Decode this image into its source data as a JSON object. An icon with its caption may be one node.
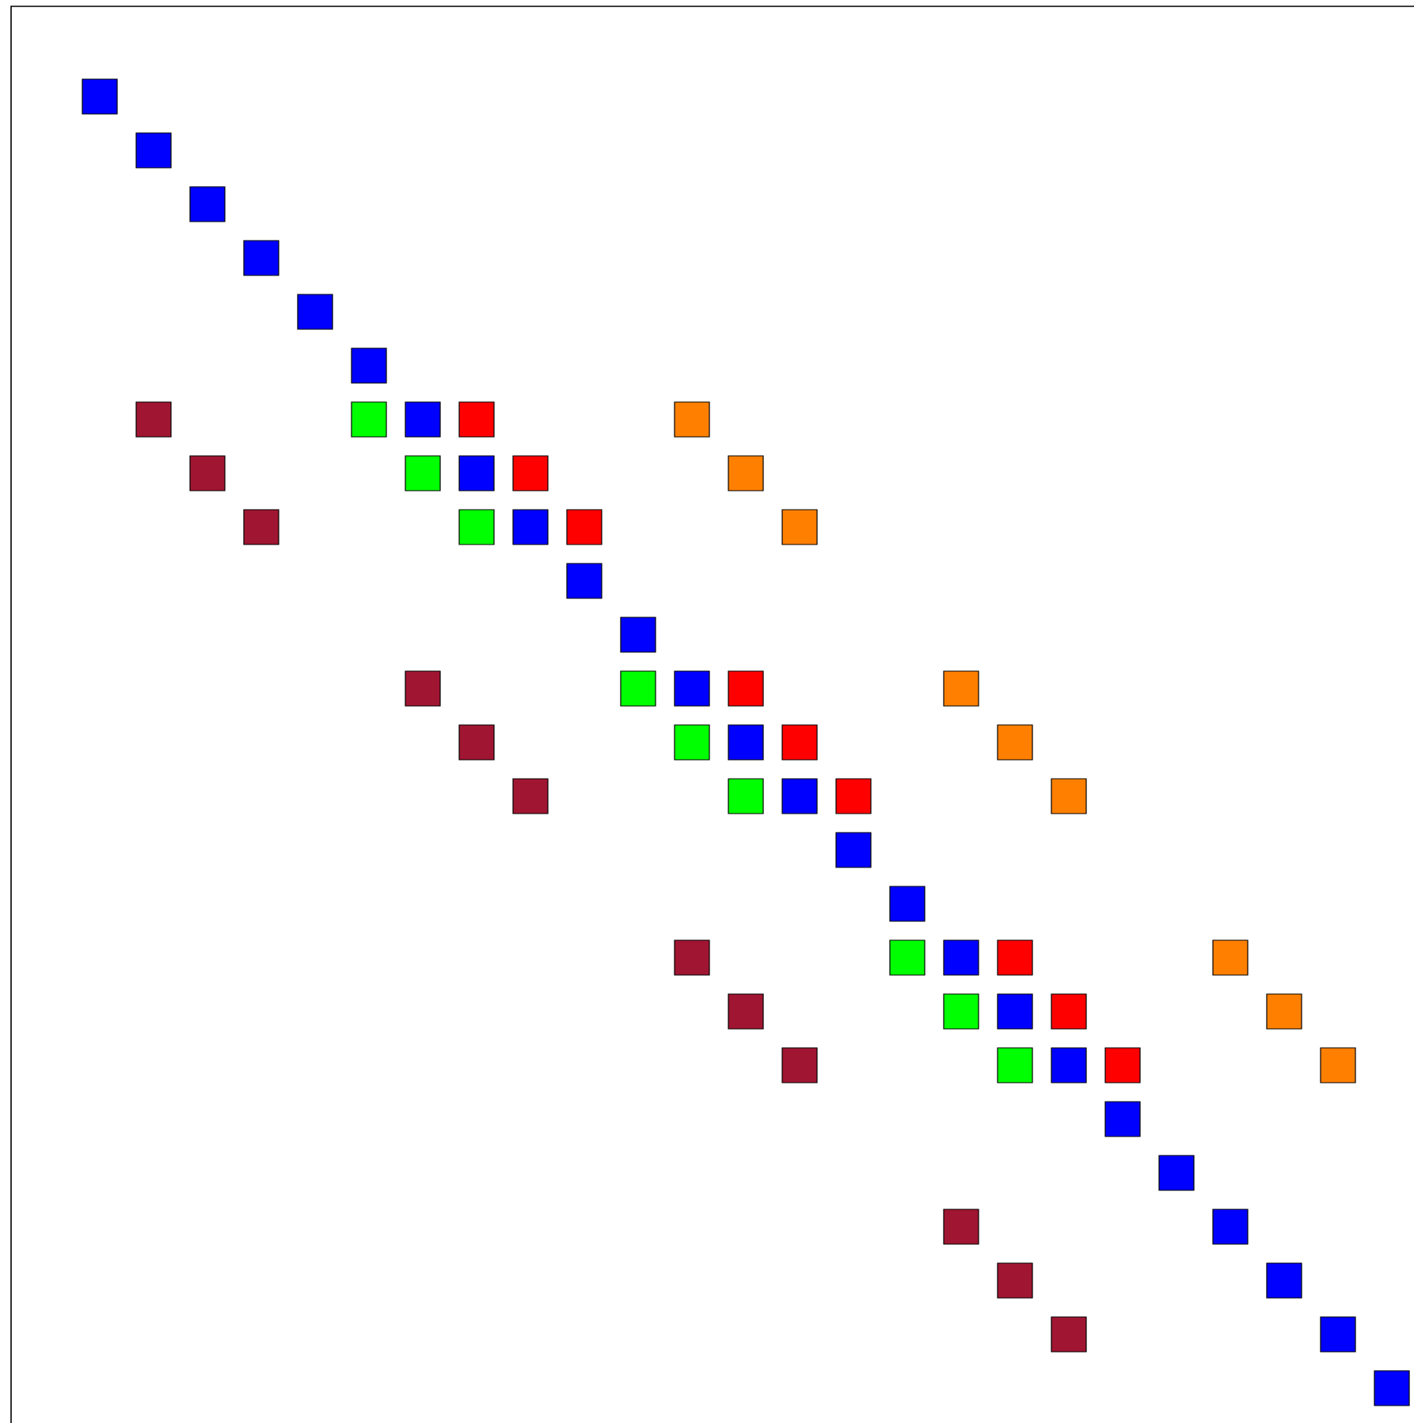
{
  "diagram": {
    "nodes": [
      {
        "text": [],
        "shape": "box"
      },
      {
        "text": [],
        "shape": "box"
      },
      {
        "text": [],
        "shape": "box"
      },
      {
        "text": [],
        "shape": "box"
      },
      {
        "text": [],
        "shape": "box"
      },
      {
        "text": [],
        "shape": "box"
      },
      {
        "text": [],
        "shape": "box"
      },
      {
        "text": [],
        "shape": "box"
      },
      {
        "text": [],
        "shape": "box"
      },
      {
        "text": [],
        "shape": "box"
      },
      {
        "text": [],
        "shape": "box"
      },
      {
        "text": [],
        "shape": "box"
      },
      {
        "text": [],
        "shape": "box"
      },
      {
        "text": [],
        "shape": "box"
      },
      {
        "text": [],
        "shape": "box"
      },
      {
        "text": [],
        "shape": "box"
      },
      {
        "text": [],
        "shape": "box"
      },
      {
        "text": [],
        "shape": "box"
      },
      {
        "text": [],
        "shape": "box"
      },
      {
        "text": [],
        "shape": "box"
      },
      {
        "text": [],
        "shape": "box"
      },
      {
        "text": [],
        "shape": "box"
      },
      {
        "text": [],
        "shape": "box"
      },
      {
        "text": [],
        "shape": "box"
      },
      {
        "text": [],
        "shape": "box"
      },
      {
        "text": [],
        "shape": "box"
      },
      {
        "text": [],
        "shape": "box"
      },
      {
        "text": [],
        "shape": "box"
      },
      {
        "text": [],
        "shape": "box"
      },
      {
        "text": [],
        "shape": "box"
      },
      {
        "text": [],
        "shape": "box"
      },
      {
        "text": [],
        "shape": "box"
      },
      {
        "text": [],
        "shape": "box"
      },
      {
        "text": [],
        "shape": "box"
      },
      {
        "text": [],
        "shape": "box"
      },
      {
        "text": [],
        "shape": "box"
      },
      {
        "text": [],
        "shape": "box"
      },
      {
        "text": [],
        "shape": "box"
      },
      {
        "text": [],
        "shape": "box"
      },
      {
        "text": [],
        "shape": "box"
      },
      {
        "text": [],
        "shape": "box"
      },
      {
        "text": [],
        "shape": "box"
      },
      {
        "text": [],
        "shape": "box"
      },
      {
        "text": [],
        "shape": "box"
      },
      {
        "text": [],
        "shape": "box"
      },
      {
        "text": [],
        "shape": "box"
      },
      {
        "text": [],
        "shape": "box"
      },
      {
        "text": [],
        "shape": "box"
      },
      {
        "text": [],
        "shape": "box"
      },
      {
        "text": [],
        "shape": "box"
      },
      {
        "text": [],
        "shape": "box"
      },
      {
        "text": [],
        "shape": "box"
      },
      {
        "text": [],
        "shape": "box"
      },
      {
        "text": [],
        "shape": "box"
      },
      {
        "text": [],
        "shape": "box"
      },
      {
        "text": [],
        "shape": "box"
      },
      {
        "text": [],
        "shape": "box"
      },
      {
        "text": [],
        "shape": "box"
      },
      {
        "text": [],
        "shape": "box"
      },
      {
        "text": [],
        "shape": "box"
      },
      {
        "text": [],
        "shape": "box"
      },
      {
        "text": [],
        "shape": "box"
      },
      {
        "text": [],
        "shape": "box"
      },
      {
        "text": [],
        "shape": "box"
      }
    ]
  }
}
